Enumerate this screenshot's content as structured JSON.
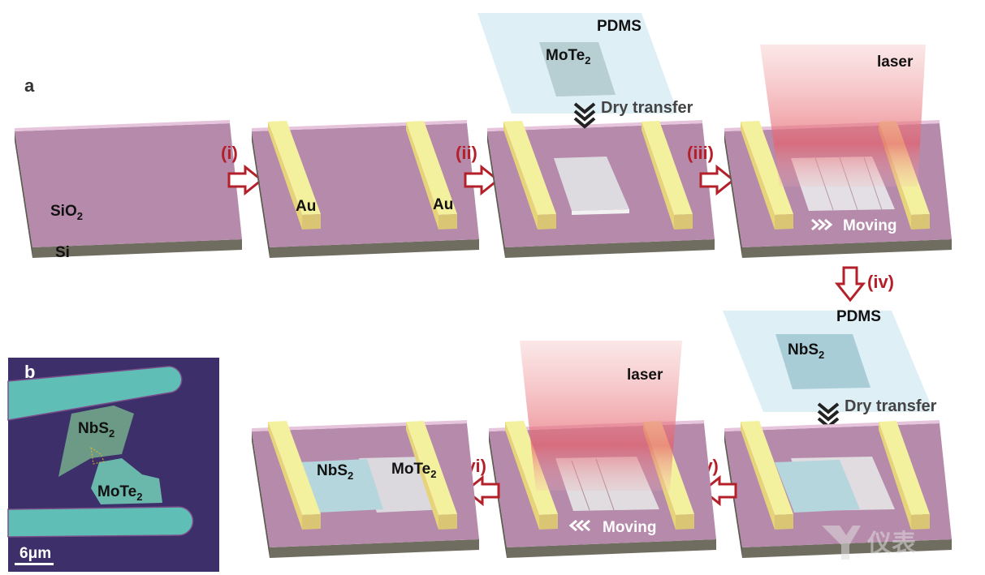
{
  "panel_a": {
    "label": "a",
    "steps": [
      "(i)",
      "(ii)",
      "(iii)",
      "(iv)",
      "(v)",
      "(vi)"
    ],
    "materials": {
      "sio2": "SiO",
      "sio2_sub": "2",
      "si": "Si",
      "au": "Au",
      "pdms": "PDMS",
      "mote2": "MoTe",
      "nbs2": "NbS",
      "sub2": "2"
    },
    "annotations": {
      "dry_transfer": "Dry transfer",
      "laser": "laser",
      "moving": "Moving"
    }
  },
  "panel_b": {
    "label": "b",
    "nbs2": "NbS",
    "mote2": "MoTe",
    "sub2": "2",
    "scale_bar": "6μm"
  },
  "watermark": {
    "text": "仪表"
  },
  "colors": {
    "substrate": "#b78bab",
    "electrode": "#f3f19d",
    "arrow": "#b3202a",
    "pdms": "#dcedf5"
  }
}
